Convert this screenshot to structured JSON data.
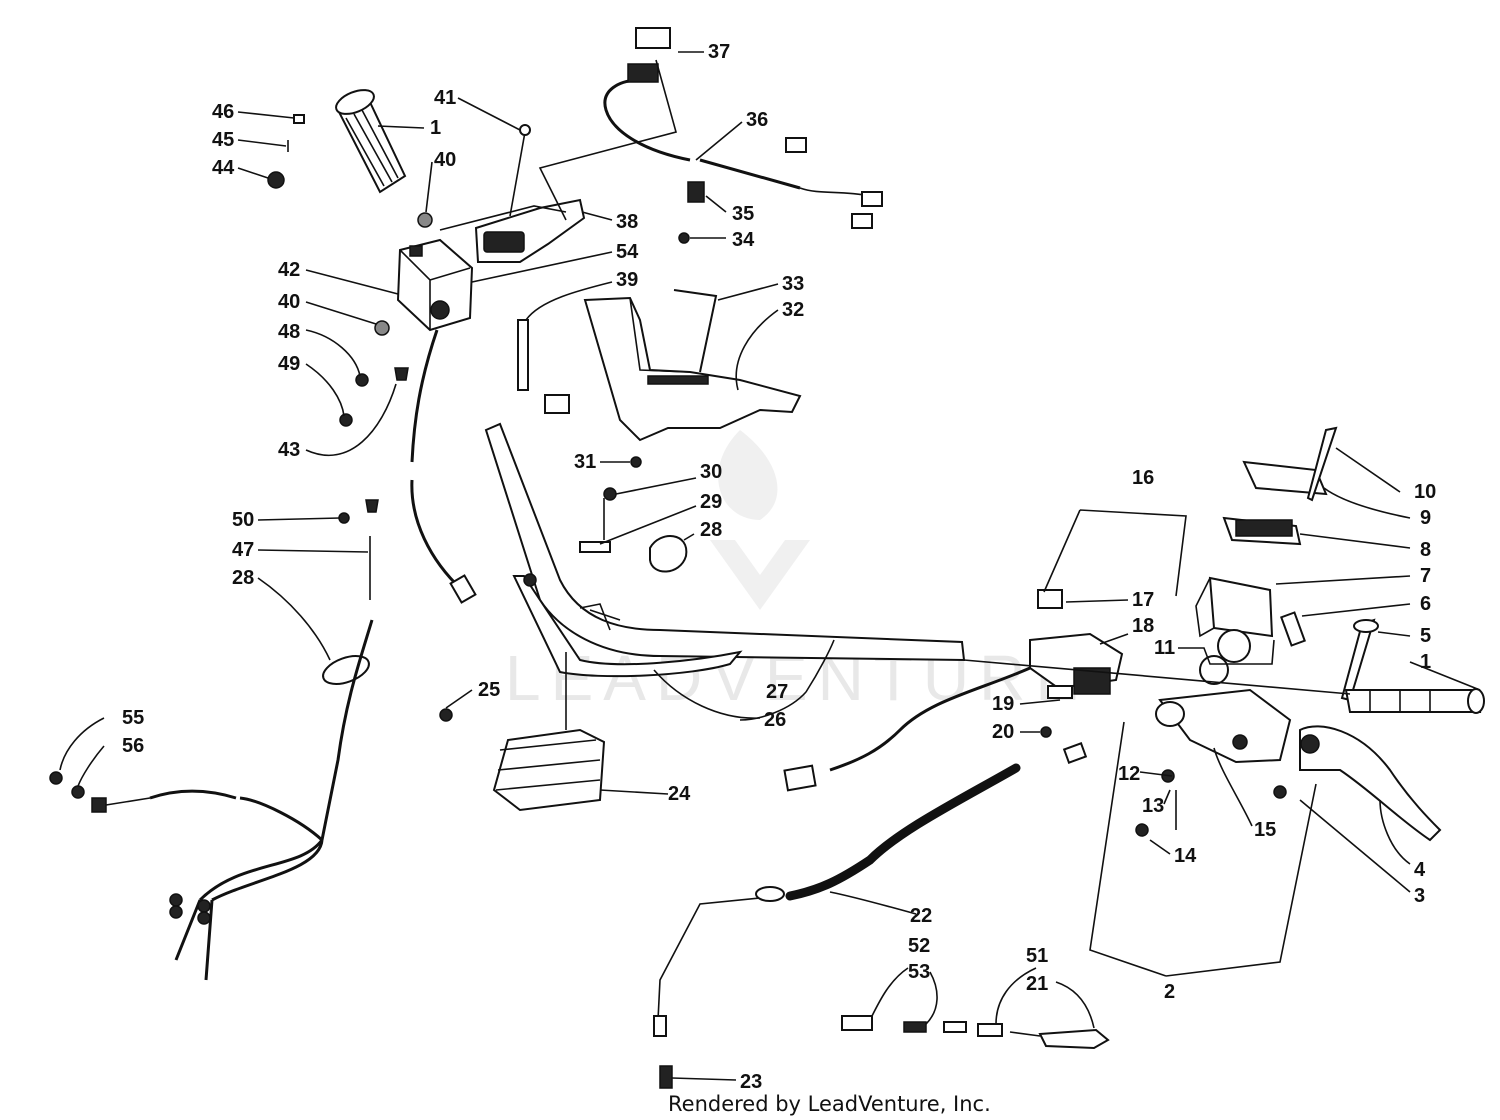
{
  "credit": "Rendered by LeadVenture, Inc.",
  "watermark": "LEADVENTURE",
  "callouts": [
    {
      "id": "c46",
      "text": "46"
    },
    {
      "id": "c45",
      "text": "45"
    },
    {
      "id": "c44",
      "text": "44"
    },
    {
      "id": "c1a",
      "text": "1"
    },
    {
      "id": "c41",
      "text": "41"
    },
    {
      "id": "c40a",
      "text": "40"
    },
    {
      "id": "c37",
      "text": "37"
    },
    {
      "id": "c36",
      "text": "36"
    },
    {
      "id": "c38",
      "text": "38"
    },
    {
      "id": "c54",
      "text": "54"
    },
    {
      "id": "c35",
      "text": "35"
    },
    {
      "id": "c34",
      "text": "34"
    },
    {
      "id": "c42",
      "text": "42"
    },
    {
      "id": "c40b",
      "text": "40"
    },
    {
      "id": "c48",
      "text": "48"
    },
    {
      "id": "c49",
      "text": "49"
    },
    {
      "id": "c43",
      "text": "43"
    },
    {
      "id": "c39",
      "text": "39"
    },
    {
      "id": "c33",
      "text": "33"
    },
    {
      "id": "c32",
      "text": "32"
    },
    {
      "id": "c31",
      "text": "31"
    },
    {
      "id": "c30",
      "text": "30"
    },
    {
      "id": "c29",
      "text": "29"
    },
    {
      "id": "c28a",
      "text": "28"
    },
    {
      "id": "c50",
      "text": "50"
    },
    {
      "id": "c47",
      "text": "47"
    },
    {
      "id": "c28b",
      "text": "28"
    },
    {
      "id": "c16",
      "text": "16"
    },
    {
      "id": "c17",
      "text": "17"
    },
    {
      "id": "c18",
      "text": "18"
    },
    {
      "id": "c11",
      "text": "11"
    },
    {
      "id": "c10",
      "text": "10"
    },
    {
      "id": "c9",
      "text": "9"
    },
    {
      "id": "c8",
      "text": "8"
    },
    {
      "id": "c7",
      "text": "7"
    },
    {
      "id": "c6",
      "text": "6"
    },
    {
      "id": "c5",
      "text": "5"
    },
    {
      "id": "c1b",
      "text": "1"
    },
    {
      "id": "c19",
      "text": "19"
    },
    {
      "id": "c20",
      "text": "20"
    },
    {
      "id": "c27",
      "text": "27"
    },
    {
      "id": "c26",
      "text": "26"
    },
    {
      "id": "c25",
      "text": "25"
    },
    {
      "id": "c24",
      "text": "24"
    },
    {
      "id": "c55",
      "text": "55"
    },
    {
      "id": "c56",
      "text": "56"
    },
    {
      "id": "c12",
      "text": "12"
    },
    {
      "id": "c13",
      "text": "13"
    },
    {
      "id": "c14",
      "text": "14"
    },
    {
      "id": "c15",
      "text": "15"
    },
    {
      "id": "c4",
      "text": "4"
    },
    {
      "id": "c3",
      "text": "3"
    },
    {
      "id": "c22",
      "text": "22"
    },
    {
      "id": "c52",
      "text": "52"
    },
    {
      "id": "c53",
      "text": "53"
    },
    {
      "id": "c51",
      "text": "51"
    },
    {
      "id": "c21",
      "text": "21"
    },
    {
      "id": "c2",
      "text": "2"
    },
    {
      "id": "c23",
      "text": "23"
    }
  ]
}
